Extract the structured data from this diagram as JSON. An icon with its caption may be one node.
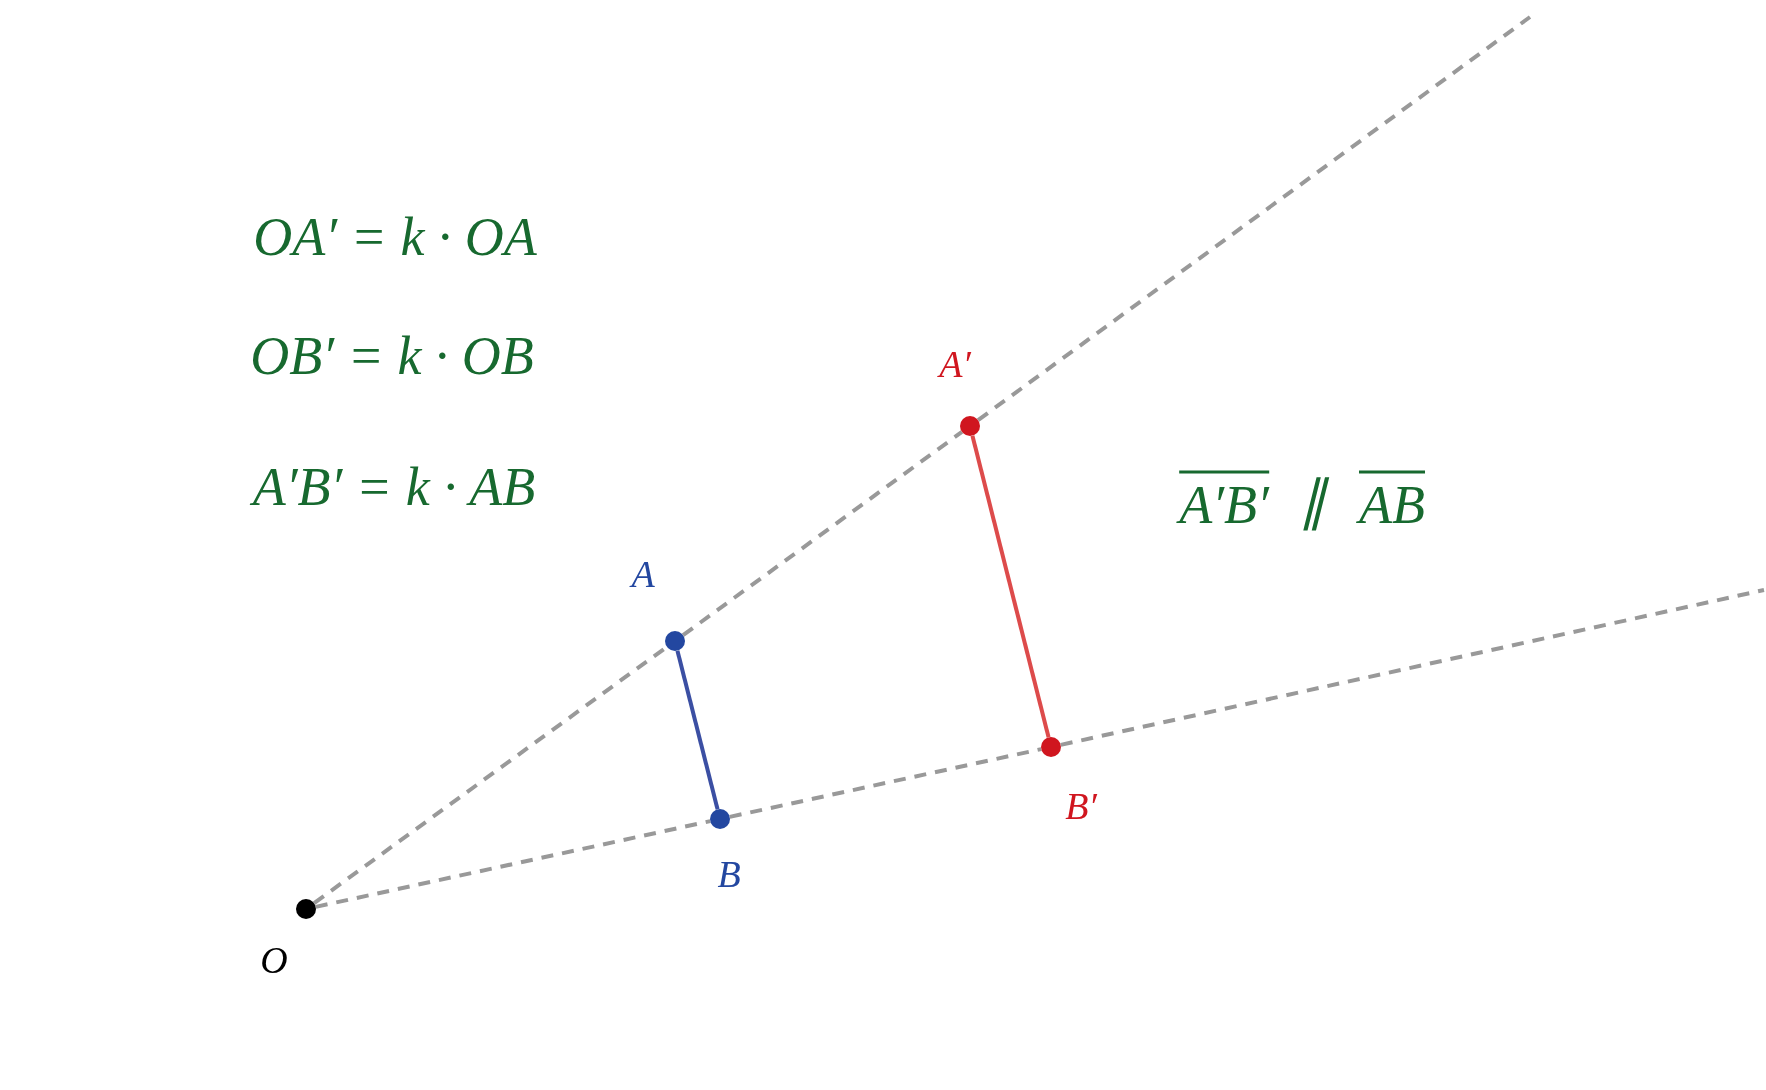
{
  "diagram": {
    "nodes": [
      {
        "text": [],
        "shape": "circle",
        "beside": [
          "O"
        ]
      },
      {
        "text": [],
        "shape": "circle",
        "beside": [
          "A"
        ]
      },
      {
        "text": [],
        "shape": "circle",
        "beside": [
          "B"
        ]
      },
      {
        "text": [],
        "shape": "circle",
        "beside": [
          "A′"
        ]
      },
      {
        "text": [],
        "shape": "circle",
        "beside": [
          "B′"
        ]
      }
    ],
    "edges": [
      {
        "from": 0,
        "to": 1,
        "arrow": "none",
        "style": "dashed"
      },
      {
        "from": 1,
        "to": 3,
        "arrow": "none",
        "style": "dashed"
      },
      {
        "from": 3,
        "to": null,
        "arrow": "none",
        "style": "dashed"
      },
      {
        "from": 0,
        "to": 2,
        "arrow": "none",
        "style": "dashed"
      },
      {
        "from": 2,
        "to": 4,
        "arrow": "none",
        "style": "dashed"
      },
      {
        "from": 4,
        "to": null,
        "arrow": "none",
        "style": "dashed"
      },
      {
        "from": 1,
        "to": 2,
        "arrow": "none",
        "color": "#3b4fa3"
      },
      {
        "from": 3,
        "to": 4,
        "arrow": "none",
        "color": "#dd4b4b"
      }
    ],
    "labels": [
      "OA′ = k · OA",
      "OB′ = k · OB",
      "A′B′ = k · AB",
      "A′B′",
      "∥",
      "AB"
    ]
  }
}
